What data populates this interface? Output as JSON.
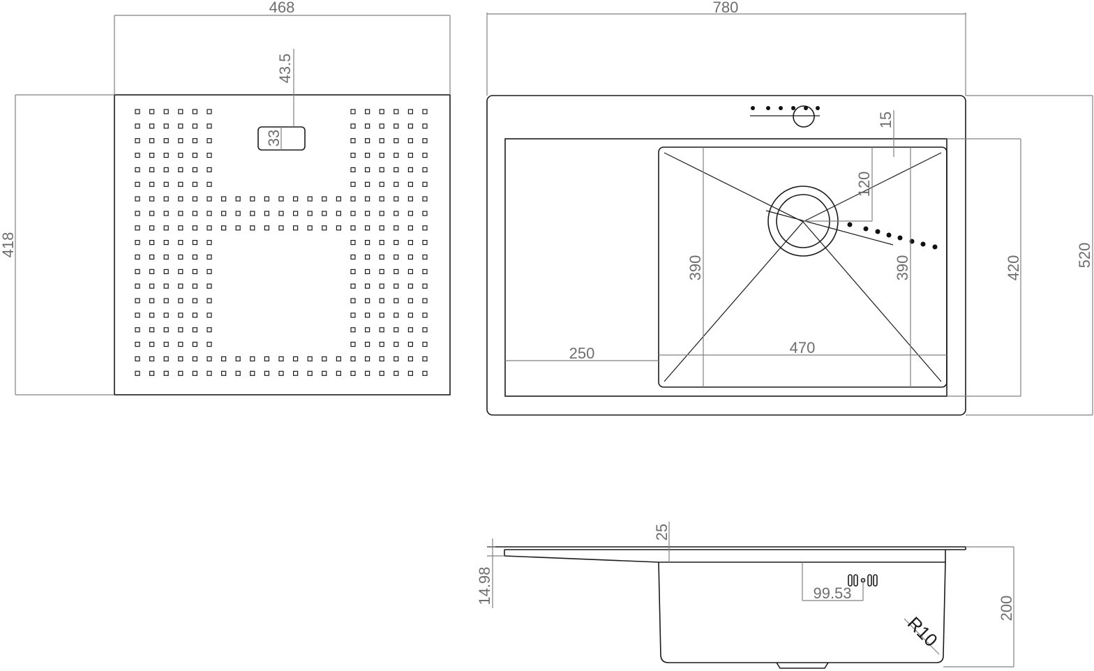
{
  "colors": {
    "outline": "#1a1a1a",
    "dimension": "#808080",
    "text": "#6e6e6e",
    "background": "#ffffff"
  },
  "grate": {
    "width": "468",
    "height": "418",
    "slot_offset": "43.5",
    "slot_height": "33"
  },
  "sink_top": {
    "width": "780",
    "height": "520",
    "inner_height": "420",
    "offset_top": "15",
    "drain_offset": "120",
    "bowl_depth_left": "390",
    "bowl_depth_right": "390",
    "drainboard_width": "250",
    "bowl_width": "470"
  },
  "sink_side": {
    "rim": "25",
    "flange": "14.98",
    "overflow_offset": "99.53",
    "depth": "200",
    "radius": "R10"
  }
}
